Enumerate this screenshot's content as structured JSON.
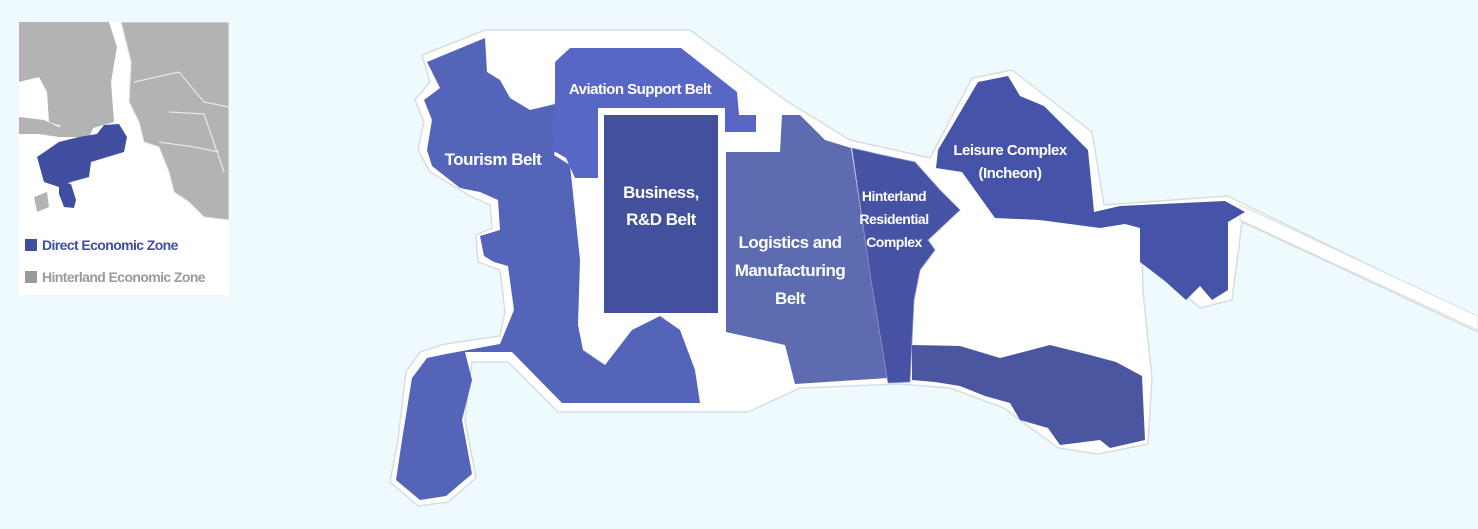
{
  "map": {
    "regions": [
      {
        "name": "Tourism Belt",
        "color": "#5464b8"
      },
      {
        "name": "Aviation Support Belt",
        "color": "#5867c6"
      },
      {
        "name": "Business, R&D Belt",
        "lines": [
          "Business,",
          "R&D Belt"
        ],
        "color": "#43509c"
      },
      {
        "name": "Logistics and Manufacturing Belt",
        "lines": [
          "Logistics and",
          "Manufacturing",
          "Belt"
        ],
        "color": "#5d6cb0"
      },
      {
        "name": "Hinterland Residential Complex",
        "lines": [
          "Hinterland",
          "Residential",
          "Complex"
        ],
        "color": "#4653a4"
      },
      {
        "name": "Leisure Complex (Incheon)",
        "lines": [
          "Leisure Complex",
          "(Incheon)"
        ],
        "color": "#4553a8"
      }
    ]
  },
  "inset": {
    "legend": [
      {
        "label": "Direct Economic Zone",
        "color": "#3f4e9e"
      },
      {
        "label": "Hinterland Economic Zone",
        "color": "#9a9a9a"
      }
    ]
  }
}
